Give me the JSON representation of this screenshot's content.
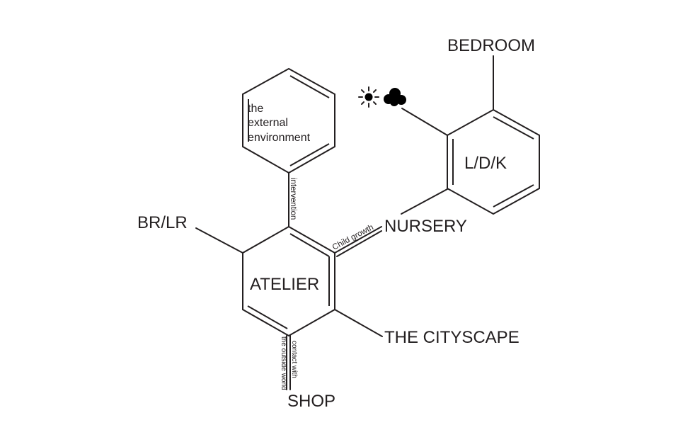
{
  "labels": {
    "bedroom": "BEDROOM",
    "ldk": "L/D/K",
    "nursery": "NURSERY",
    "brlr": "BR/LR",
    "atelier": "ATELIER",
    "cityscape": "THE CITYSCAPE",
    "shop": "SHOP",
    "external_line1": "the",
    "external_line2": "external",
    "external_line3": "environment"
  },
  "bond_labels": {
    "intervention": "intervention",
    "child_growth": "Child growth",
    "contact_line1": "contact with",
    "contact_line2": "the outside world"
  },
  "icons": [
    "sun-icon",
    "cloud-icon"
  ],
  "colors": {
    "ink": "#231f20",
    "background": "#ffffff"
  }
}
